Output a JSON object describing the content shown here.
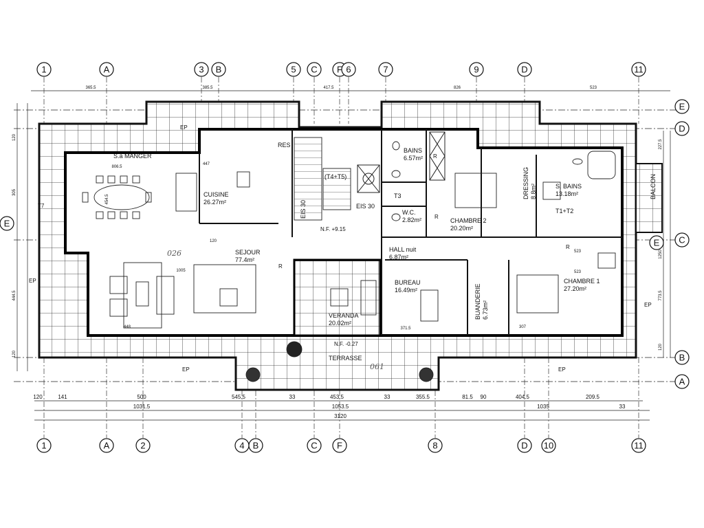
{
  "axes": {
    "top": [
      "1",
      "A",
      "3",
      "B",
      "5",
      "C",
      "F",
      "6",
      "7",
      "9",
      "D",
      "11"
    ],
    "bottom": [
      "1",
      "A",
      "2",
      "4",
      "B",
      "C",
      "F",
      "8",
      "D",
      "10",
      "11"
    ],
    "right": [
      "E",
      "D",
      "C",
      "B",
      "A"
    ],
    "section_markers": [
      "E",
      "E"
    ]
  },
  "rooms": [
    {
      "name": "S.à MANGER",
      "area": ""
    },
    {
      "name": "CUISINE",
      "area": "26.27m²"
    },
    {
      "name": "RES",
      "area": ""
    },
    {
      "name": "(T4+T5)",
      "area": ""
    },
    {
      "name": "EIS 30",
      "area": ""
    },
    {
      "name": "EIS 30",
      "area": ""
    },
    {
      "name": "BAINS",
      "area": "6.57m²"
    },
    {
      "name": "T3",
      "area": ""
    },
    {
      "name": "W.C.",
      "area": "2.82m²"
    },
    {
      "name": "CHAMBRE 2",
      "area": "20.20m²"
    },
    {
      "name": "DRESSING",
      "area": "8.8m²"
    },
    {
      "name": "S. BAINS",
      "area": "13.18m²"
    },
    {
      "name": "T1+T2",
      "area": ""
    },
    {
      "name": "BALCON",
      "area": ""
    },
    {
      "name": "HALL nuit",
      "area": "6.87m²"
    },
    {
      "name": "SEJOUR",
      "area": "77.4m²"
    },
    {
      "name": "BUREAU",
      "area": "16.49m²"
    },
    {
      "name": "BUANDERIE",
      "area": "6.73m²"
    },
    {
      "name": "CHAMBRE 1",
      "area": "27.20m²"
    },
    {
      "name": "VERANDA",
      "area": "20.02m²"
    },
    {
      "name": "TERRASSE",
      "area": ""
    }
  ],
  "annotations": {
    "ep": [
      "EP",
      "EP",
      "EP",
      "EP",
      "EP"
    ],
    "t7": "T7",
    "level_upper": "N.F. +9.15",
    "level_lower": "N.F. -0.27",
    "handwritten": [
      "026",
      "061"
    ],
    "r_marks": [
      "R",
      "R",
      "R",
      "R"
    ]
  },
  "dimensions": {
    "top": [
      "365.5",
      "385.5",
      "417.5",
      "826",
      "523"
    ],
    "bottom_row1": [
      "120",
      "141",
      "500",
      "545.5",
      "33",
      "453.5",
      "33",
      "355.5",
      "81.5",
      "90",
      "404.5",
      "209.5"
    ],
    "bottom_row2": [
      "1031.5",
      "1053.5",
      "1035",
      "33"
    ],
    "bottom_total": "3120",
    "left": [
      "120",
      "305",
      "444.5",
      "120"
    ],
    "right": [
      "227.5",
      "1250",
      "773.5",
      "120"
    ],
    "interior": [
      "806.5",
      "447",
      "1005",
      "523",
      "523",
      "448",
      "307",
      "371.5",
      "120",
      "454.5"
    ]
  }
}
